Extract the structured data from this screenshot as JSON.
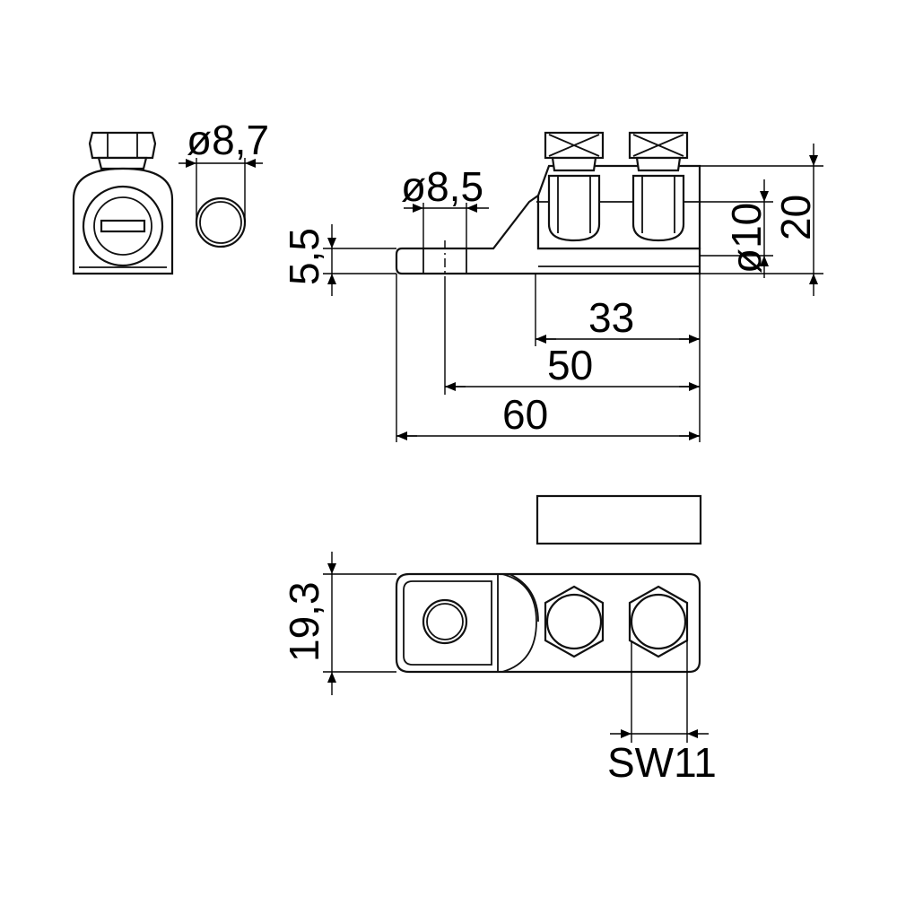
{
  "dimensions": {
    "dia_8_7": "ø8,7",
    "dia_8_5": "ø8,5",
    "thickness_5_5": "5,5",
    "dia_10": "ø10",
    "height_20": "20",
    "len_33": "33",
    "len_50": "50",
    "len_60": "60",
    "width_19_3": "19,3",
    "wrench_sw11": "SW11"
  },
  "colors": {
    "line": "#000000",
    "background": "#ffffff"
  }
}
